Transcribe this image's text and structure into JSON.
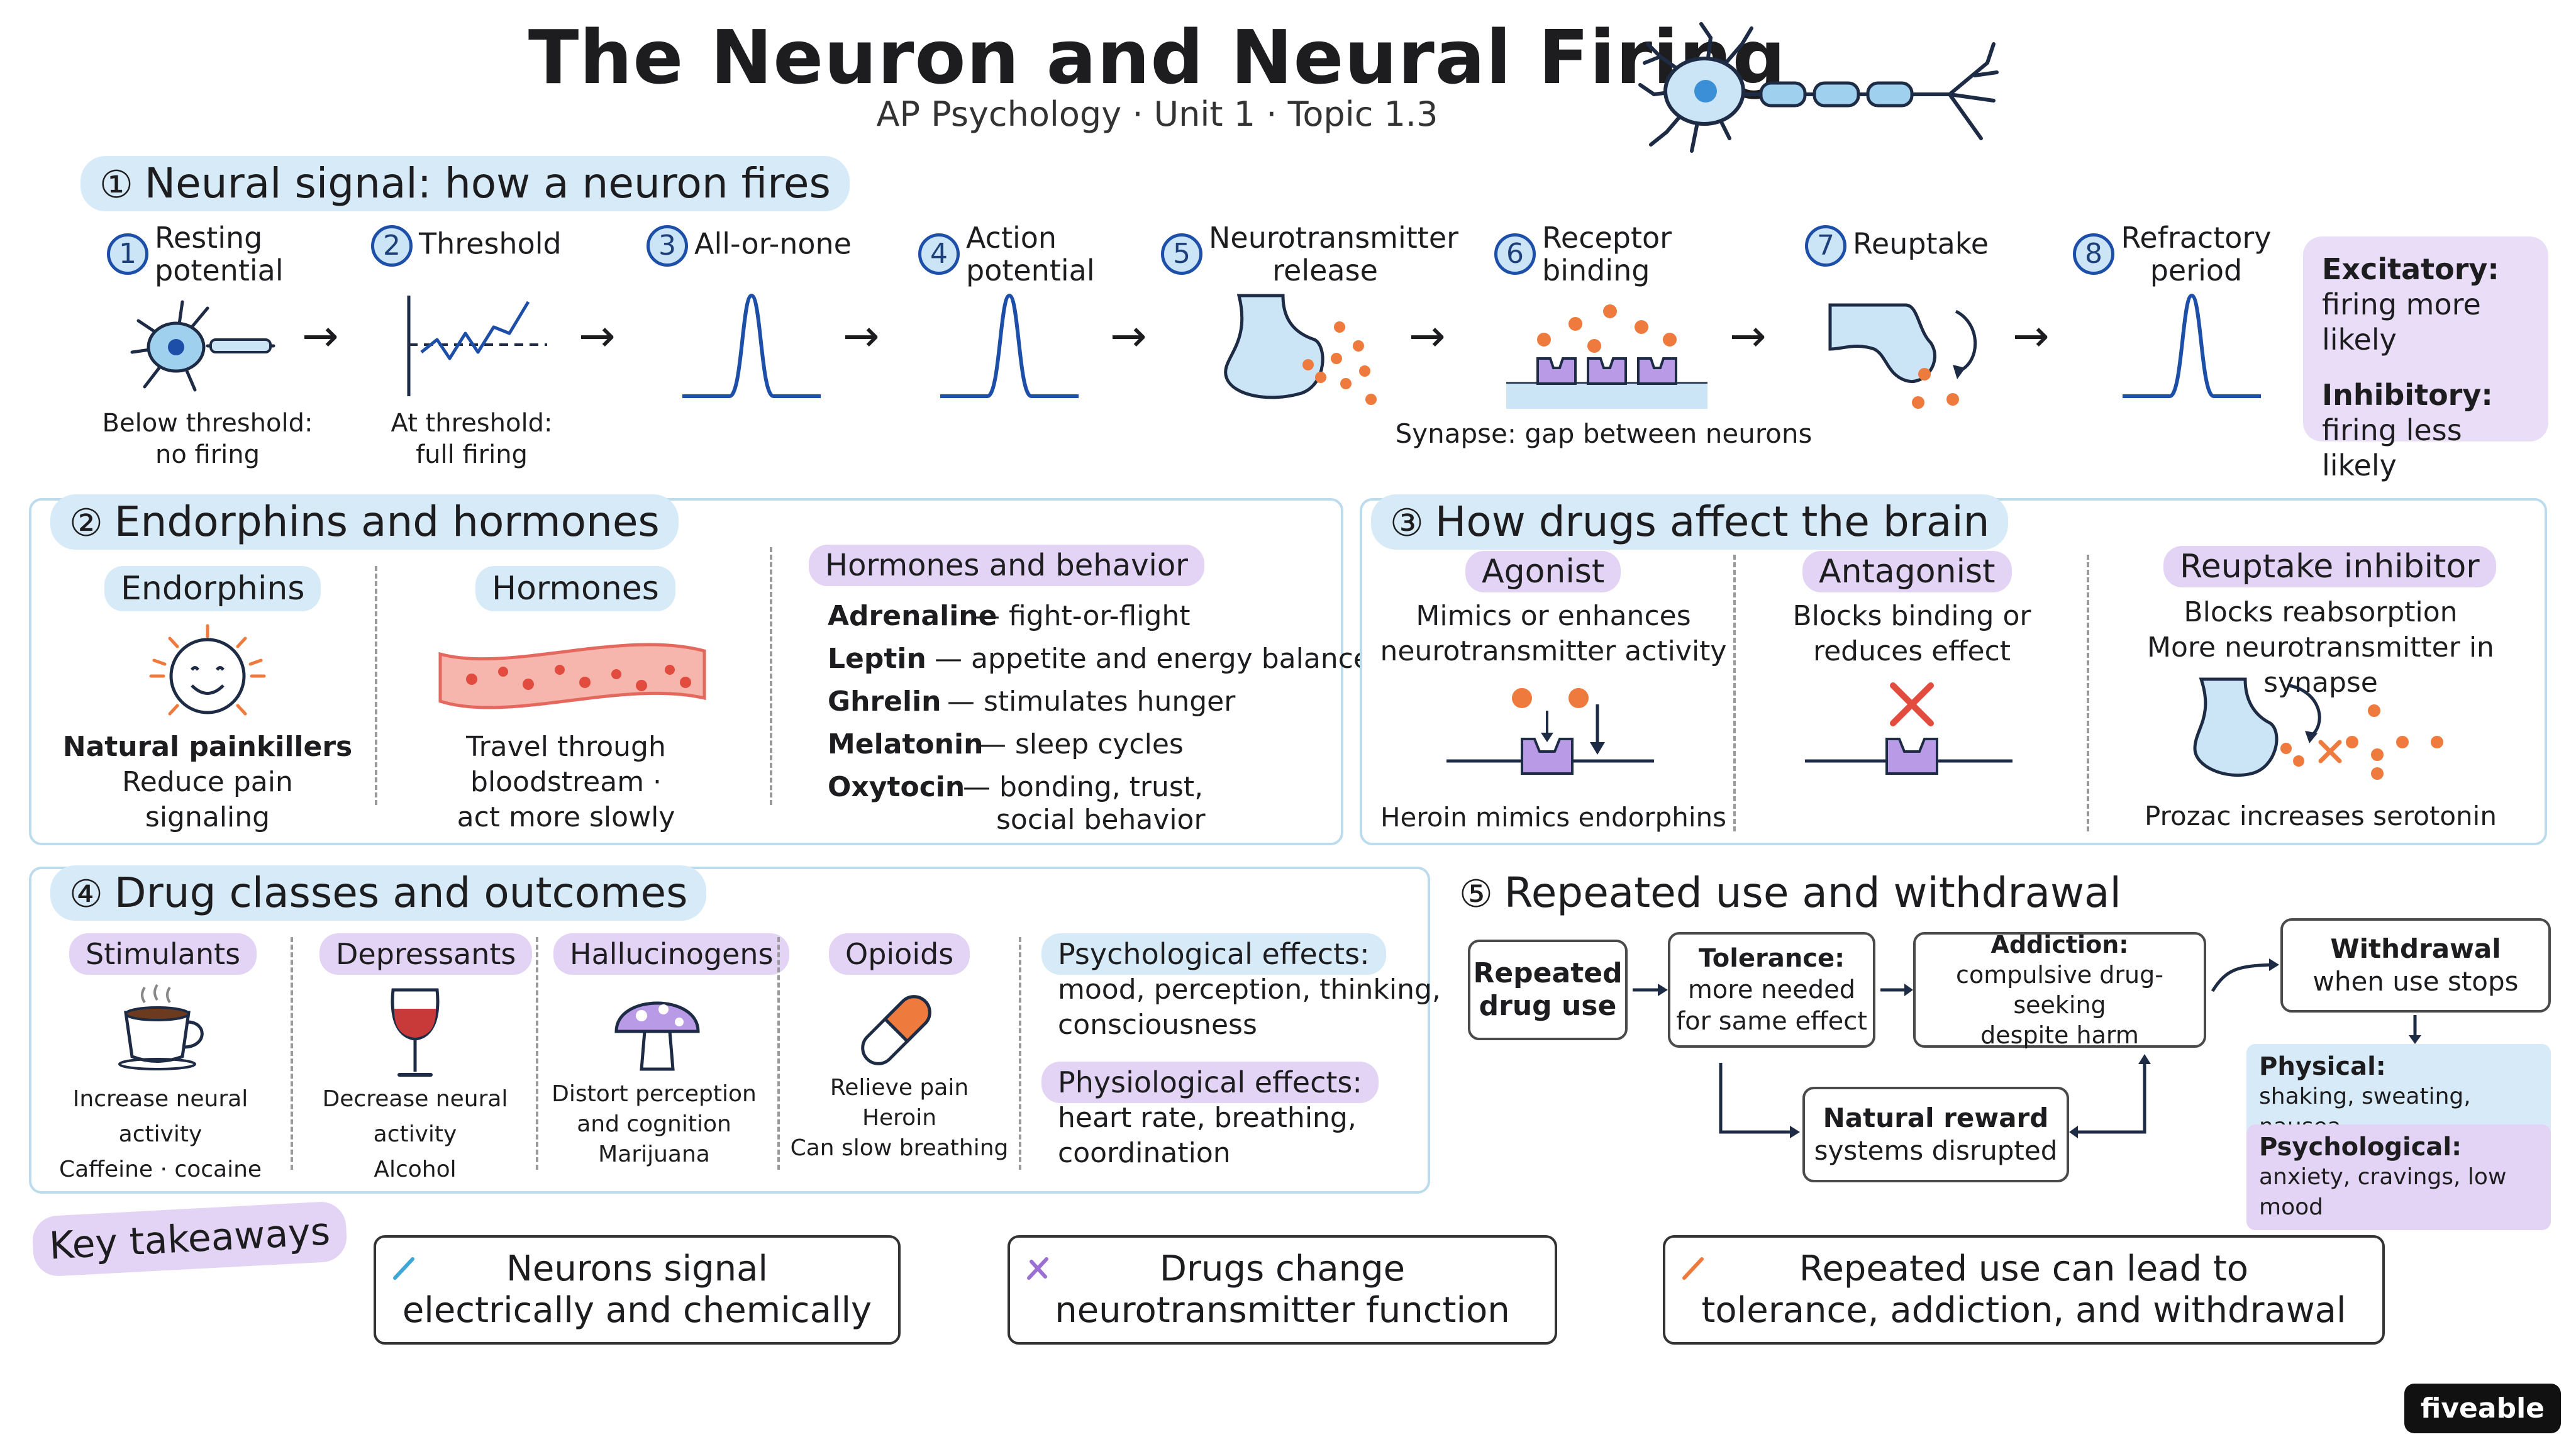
{
  "header": {
    "title": "The Neuron and Neural Firing",
    "subtitle": "AP Psychology · Unit 1 · Topic 1.3"
  },
  "section1": {
    "num": "①",
    "title": "Neural signal: how a neuron fires",
    "steps": [
      {
        "num": "1",
        "label": "Resting potential"
      },
      {
        "num": "2",
        "label": "Threshold"
      },
      {
        "num": "3",
        "label": "All-or-none"
      },
      {
        "num": "4",
        "label": "Action potential"
      },
      {
        "num": "5",
        "label": "Neurotransmitter release"
      },
      {
        "num": "6",
        "label": "Receptor binding"
      },
      {
        "num": "7",
        "label": "Reuptake"
      },
      {
        "num": "8",
        "label": "Refractory period"
      }
    ],
    "caption_below": "Below threshold:",
    "caption_below2": "no firing",
    "caption_at": "At threshold:",
    "caption_at2": "full firing",
    "synapse_caption": "Synapse: gap between neurons",
    "excitatory_title": "Excitatory:",
    "excitatory_text": "firing more likely",
    "inhibitory_title": "Inhibitory:",
    "inhibitory_text": "firing less likely",
    "arrow": "→"
  },
  "section2": {
    "num": "②",
    "title": "Endorphins and hormones",
    "endorphins_label": "Endorphins",
    "endorphins_text1": "Natural painkillers",
    "endorphins_text2": "Reduce pain signaling",
    "hormones_label": "Hormones",
    "hormones_text1": "Travel through bloodstream ·",
    "hormones_text2": "act more slowly",
    "hb_label": "Hormones and behavior",
    "hormones_list": [
      {
        "name": "Adrenaline",
        "desc": "— fight-or-flight"
      },
      {
        "name": "Leptin",
        "desc": "— appetite and energy balance"
      },
      {
        "name": "Ghrelin",
        "desc": "— stimulates hunger"
      },
      {
        "name": "Melatonin",
        "desc": "— sleep cycles"
      },
      {
        "name": "Oxytocin",
        "desc": "— bonding, trust,"
      }
    ],
    "oxytocin_cont": "social behavior"
  },
  "section3": {
    "num": "③",
    "title": "How drugs affect the brain",
    "agonist_label": "Agonist",
    "agonist_text1": "Mimics or enhances",
    "agonist_text2": "neurotransmitter activity",
    "agonist_example": "Heroin mimics endorphins",
    "antagonist_label": "Antagonist",
    "antagonist_text1": "Blocks binding or",
    "antagonist_text2": "reduces effect",
    "reuptake_label": "Reuptake inhibitor",
    "reuptake_text1": "Blocks reabsorption",
    "reuptake_text2": "More neurotransmitter in synapse",
    "reuptake_example": "Prozac increases serotonin"
  },
  "section4": {
    "num": "④",
    "title": "Drug classes and outcomes",
    "classes": [
      {
        "label": "Stimulants",
        "line1": "Increase neural activity",
        "line2": "Caffeine · cocaine",
        "line3": ""
      },
      {
        "label": "Depressants",
        "line1": "Decrease neural activity",
        "line2": "Alcohol",
        "line3": ""
      },
      {
        "label": "Hallucinogens",
        "line1": "Distort perception",
        "line2": "and cognition",
        "line3": "Marijuana"
      },
      {
        "label": "Opioids",
        "line1": "Relieve pain",
        "line2": "Heroin",
        "line3": "Can slow breathing"
      }
    ],
    "psych_label": "Psychological effects:",
    "psych_text1": "mood, perception, thinking,",
    "psych_text2": "consciousness",
    "physio_label": "Physiological effects:",
    "physio_text1": "heart rate, breathing,",
    "physio_text2": "coordination"
  },
  "section5": {
    "num": "⑤",
    "title": "Repeated use and withdrawal",
    "repeated1": "Repeated",
    "repeated2": "drug use",
    "tolerance1": "Tolerance:",
    "tolerance2": "more needed",
    "tolerance3": "for same effect",
    "addiction1": "Addiction:",
    "addiction2": "compulsive drug-seeking",
    "addiction3": "despite harm",
    "withdrawal1": "Withdrawal",
    "withdrawal2": "when use stops",
    "reward1": "Natural reward",
    "reward2": "systems disrupted",
    "physical_title": "Physical:",
    "physical_text": "shaking, sweating, nausea",
    "psychological_title": "Psychological:",
    "psychological_text": "anxiety, cravings, low mood"
  },
  "takeaways": {
    "label": "Key takeaways",
    "items": [
      {
        "line1": "Neurons signal",
        "line2": "electrically and chemically",
        "color": "#3fa6d8"
      },
      {
        "line1": "Drugs change",
        "line2": "neurotransmitter function",
        "color": "#9b6fd4"
      },
      {
        "line1": "Repeated use can lead to",
        "line2": "tolerance, addiction, and withdrawal",
        "color": "#ef7a3d"
      }
    ]
  },
  "brand": "fiveable",
  "colors": {
    "accent_blue": "#1d4fa8",
    "pill_blue": "#d6ebf7",
    "pill_purple": "#e3d4f5",
    "orange": "#ef7a3d",
    "receptor_purple": "#b89ae6"
  }
}
